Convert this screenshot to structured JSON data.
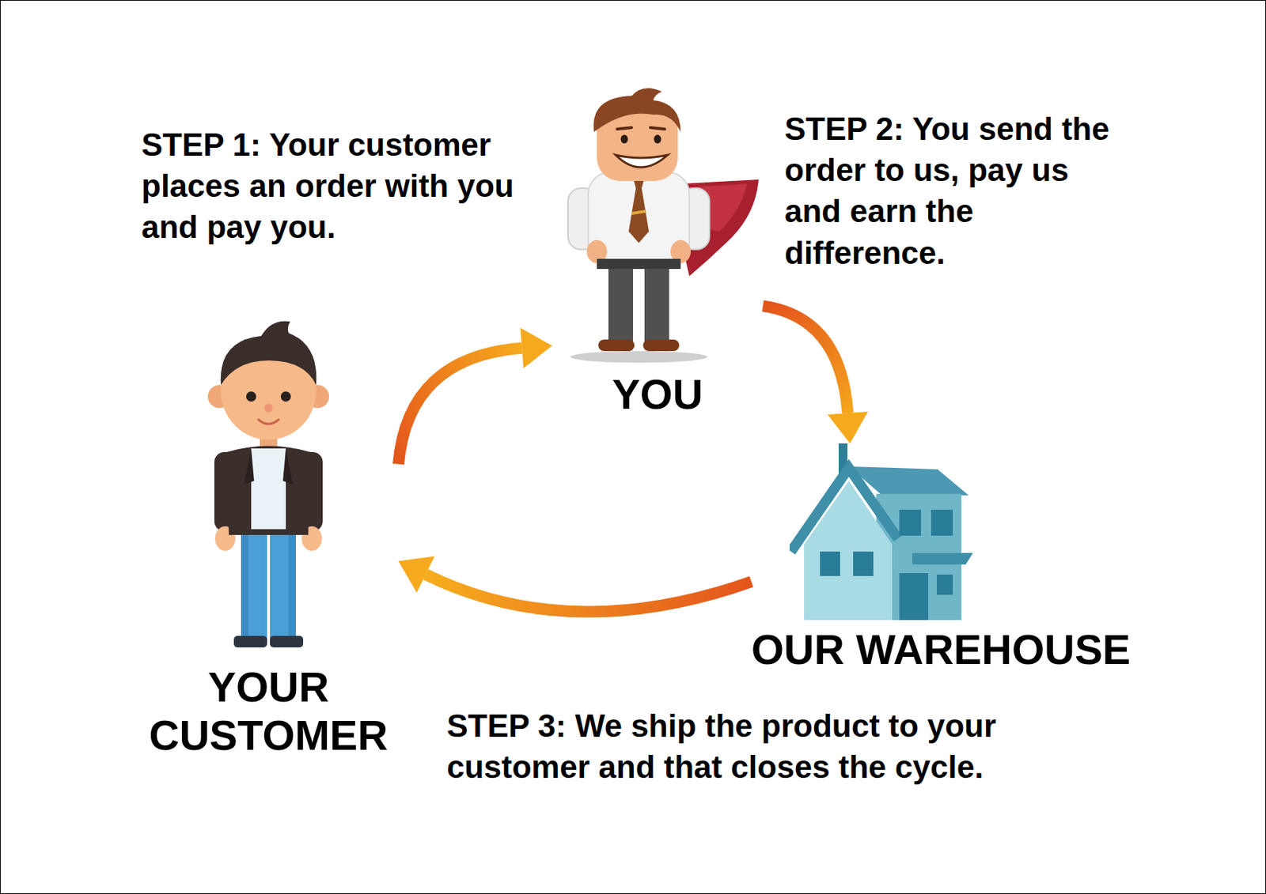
{
  "diagram": {
    "nodes": [
      {
        "text": [
          "YOUR CUSTOMER"
        ]
      },
      {
        "text": [
          "YOU"
        ]
      },
      {
        "text": [
          "OUR WAREHOUSE"
        ]
      }
    ],
    "edges": [
      {
        "from": 0,
        "to": 1,
        "arrow": "to",
        "label": "STEP 1: Your customer places an order with you and pay you."
      },
      {
        "from": 1,
        "to": 2,
        "arrow": "to",
        "label": "STEP 2: You send the order to us, pay us and earn the difference."
      },
      {
        "from": 2,
        "to": 0,
        "arrow": "to",
        "label": "STEP 3: We ship the product to your customer and that closes the cycle."
      }
    ]
  }
}
